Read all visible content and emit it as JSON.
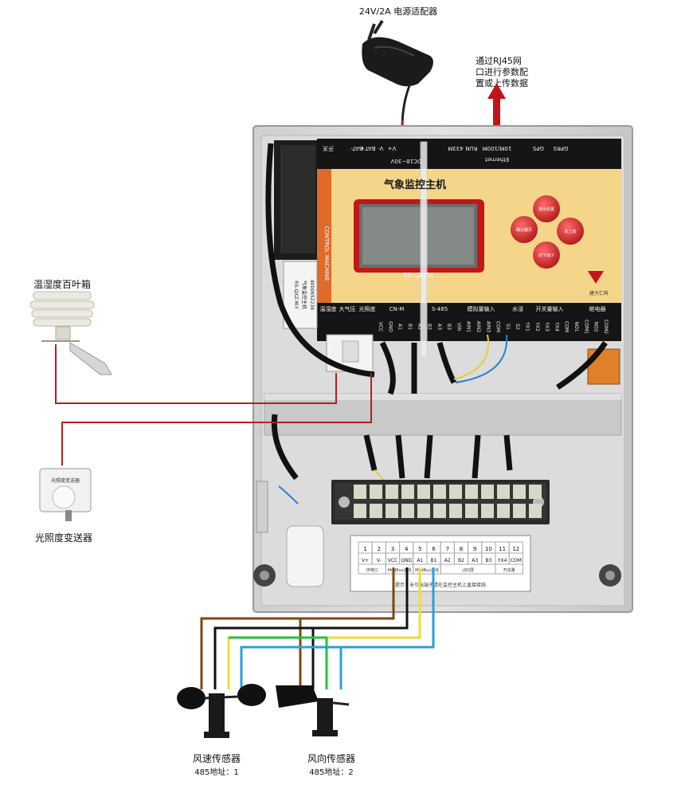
{
  "annotations": {
    "adapter_label": "24V/2A 电源适配器",
    "rj45_lines": [
      "通过RJ45网",
      "口进行参数配",
      "置或上传数据"
    ],
    "shutter_label": "温湿度百叶箱",
    "light_sensor_label": "光照度变送器",
    "light_sensor_plate": "光照度变送器",
    "wind_speed_label": "风速传感器",
    "wind_speed_addr": "485地址：1",
    "wind_dir_label": "风向传感器",
    "wind_dir_addr": "485地址：2"
  },
  "host": {
    "title": "气象监控主机",
    "model": "RS-QXZM",
    "side_text": "CONTROL MACHINE",
    "sticker_lines": [
      "RS-QXZ-M-Y",
      "气象监控主机",
      "4000652234"
    ],
    "brand": "建大仁科",
    "top_ports": [
      "开关",
      "BAT-",
      "BAT+",
      "V-",
      "V+",
      "DC18~30V",
      "433M",
      "RUN",
      "10M/100M",
      "Ethernet",
      "GPS",
      "GPRS"
    ],
    "buttons": [
      "退出设置",
      "确认翻页",
      "向上加",
      "向下减少"
    ],
    "bottom_group_labels": [
      "温湿度",
      "大气压",
      "光照度",
      "CN-M",
      "S-485",
      "模拟量输入",
      "水浸",
      "开关量输入",
      "继电器"
    ],
    "bottom_pins": [
      "VCC",
      "GND",
      "A1",
      "B1",
      "A2",
      "B2",
      "A3",
      "B3",
      "VIN",
      "AIN1",
      "AIN2",
      "AIN3",
      "COM",
      "S1",
      "S2",
      "YX1",
      "YX2",
      "YX3",
      "YX4",
      "COM",
      "NO1",
      "COM1",
      "NO2",
      "COM2"
    ]
  },
  "terminal_table": {
    "numbers": [
      "1",
      "2",
      "3",
      "4",
      "5",
      "6",
      "7",
      "8",
      "9",
      "10",
      "11",
      "12"
    ],
    "pins": [
      "V+",
      "V-",
      "VCC",
      "GND",
      "A1",
      "B1",
      "A2",
      "B2",
      "A3",
      "B3",
      "YX4",
      "COM"
    ],
    "groups": [
      "供电口",
      "ModBus总线",
      "ModBus总线",
      "LED屏",
      "开关量"
    ],
    "note": "提示：未引出端子请在监控主机上直接接线"
  },
  "colors": {
    "red_wire": "#b02020",
    "brown_wire": "#7a4a12",
    "black_wire": "#111111",
    "yellow_wire": "#f0dc3a",
    "green_wire": "#28c23a",
    "blue_wire": "#2aa0d8",
    "box": "#d8d8d8",
    "panel_yellow": "#f5d58a",
    "arrow": "#c0141a"
  }
}
